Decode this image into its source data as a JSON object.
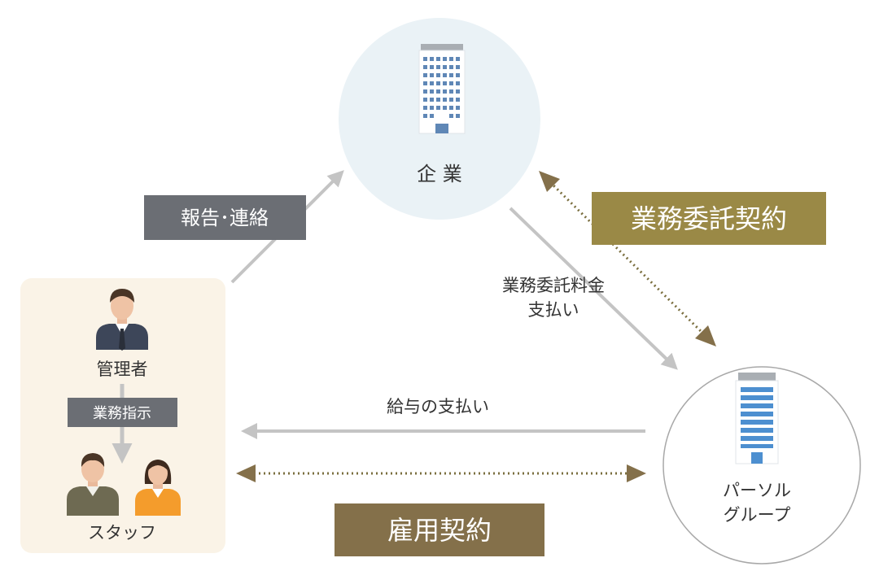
{
  "nodes": {
    "company": {
      "label": "企 業"
    },
    "group": {
      "label_line1": "パーソル",
      "label_line2": "グループ"
    },
    "team": {
      "manager": "管理者",
      "staff": "スタッフ",
      "instruction": "業務指示"
    }
  },
  "labels": {
    "report": "報告･連絡",
    "outsourcing_contract": "業務委託契約",
    "fee_line1": "業務委託料金",
    "fee_line2": "支払い",
    "salary": "給与の支払い",
    "employment_contract": "雇用契約"
  },
  "colors": {
    "company_circle": "#eaf2f6",
    "team_panel": "#faf3e7",
    "dark_label": "#6b6e74",
    "gold": "#9a8946",
    "olive": "#84704a",
    "arrow": "#c4c4c4",
    "dotted": "#7a6e3e",
    "text": "#333333"
  },
  "icons": [
    "office-building-icon",
    "manager-avatar-icon",
    "male-staff-avatar-icon",
    "female-staff-avatar-icon"
  ]
}
